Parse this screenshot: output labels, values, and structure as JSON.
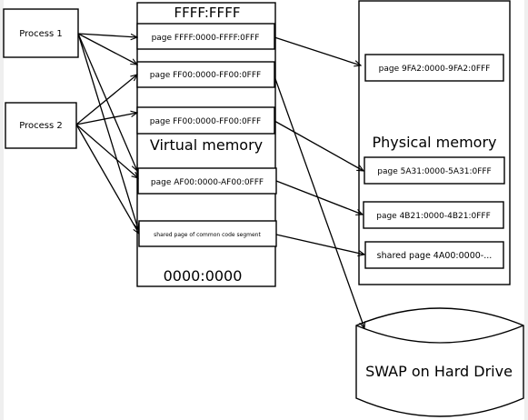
{
  "processes": {
    "p1": "Process 1",
    "p2": "Process 2"
  },
  "virtual_memory": {
    "top_address": "FFFF:FFFF",
    "bottom_address": "0000:0000",
    "label": "Virtual memory",
    "pages": {
      "v1": "page FFFF:0000-FFFF:0FFF",
      "v2": "page FF00:0000-FF00:0FFF",
      "v3": "page FF00:0000-FF00:0FFF",
      "v4": "page AF00:0000-AF00:0FFF",
      "v5": "shared page of common code segment"
    }
  },
  "physical_memory": {
    "label": "Physical memory",
    "pages": {
      "m1": "page 9FA2:0000-9FA2:0FFF",
      "m2": "page 5A31:0000-5A31:0FFF",
      "m3": "page 4B21:0000-4B21:0FFF",
      "m4": "shared page 4A00:0000-..."
    }
  },
  "swap": {
    "label": "SWAP on Hard Drive"
  }
}
